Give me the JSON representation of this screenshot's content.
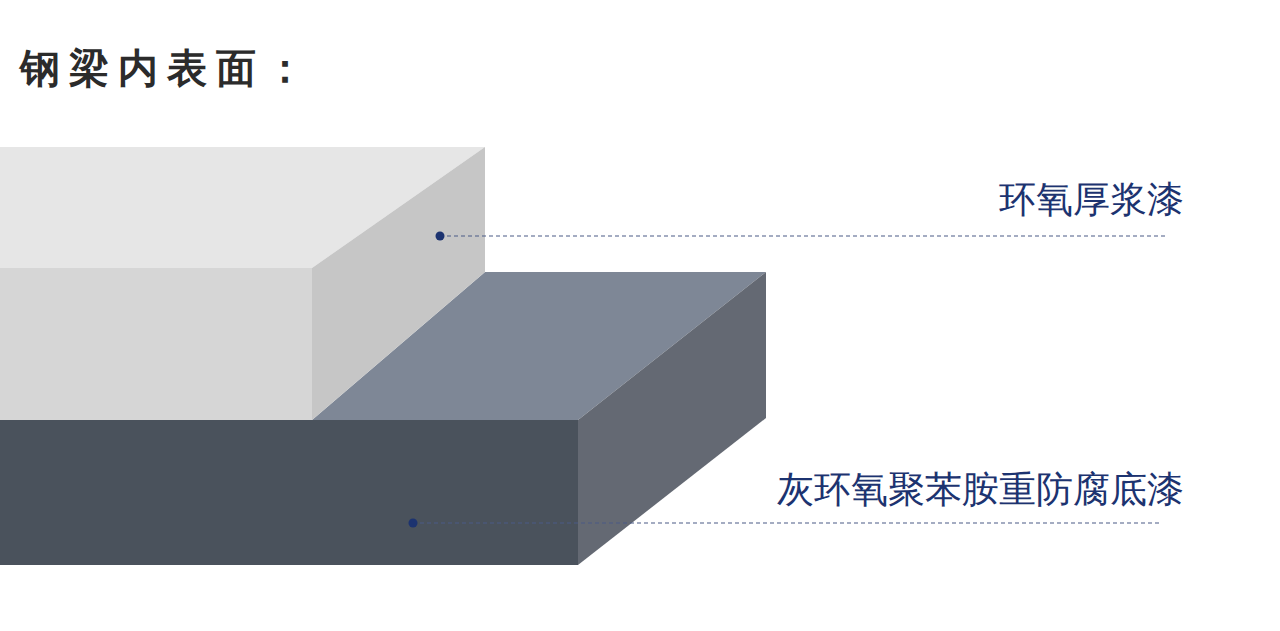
{
  "diagram": {
    "title": "钢梁内表面：",
    "labels": [
      "环氧厚浆漆",
      "灰环氧聚苯胺重防腐底漆"
    ]
  }
}
